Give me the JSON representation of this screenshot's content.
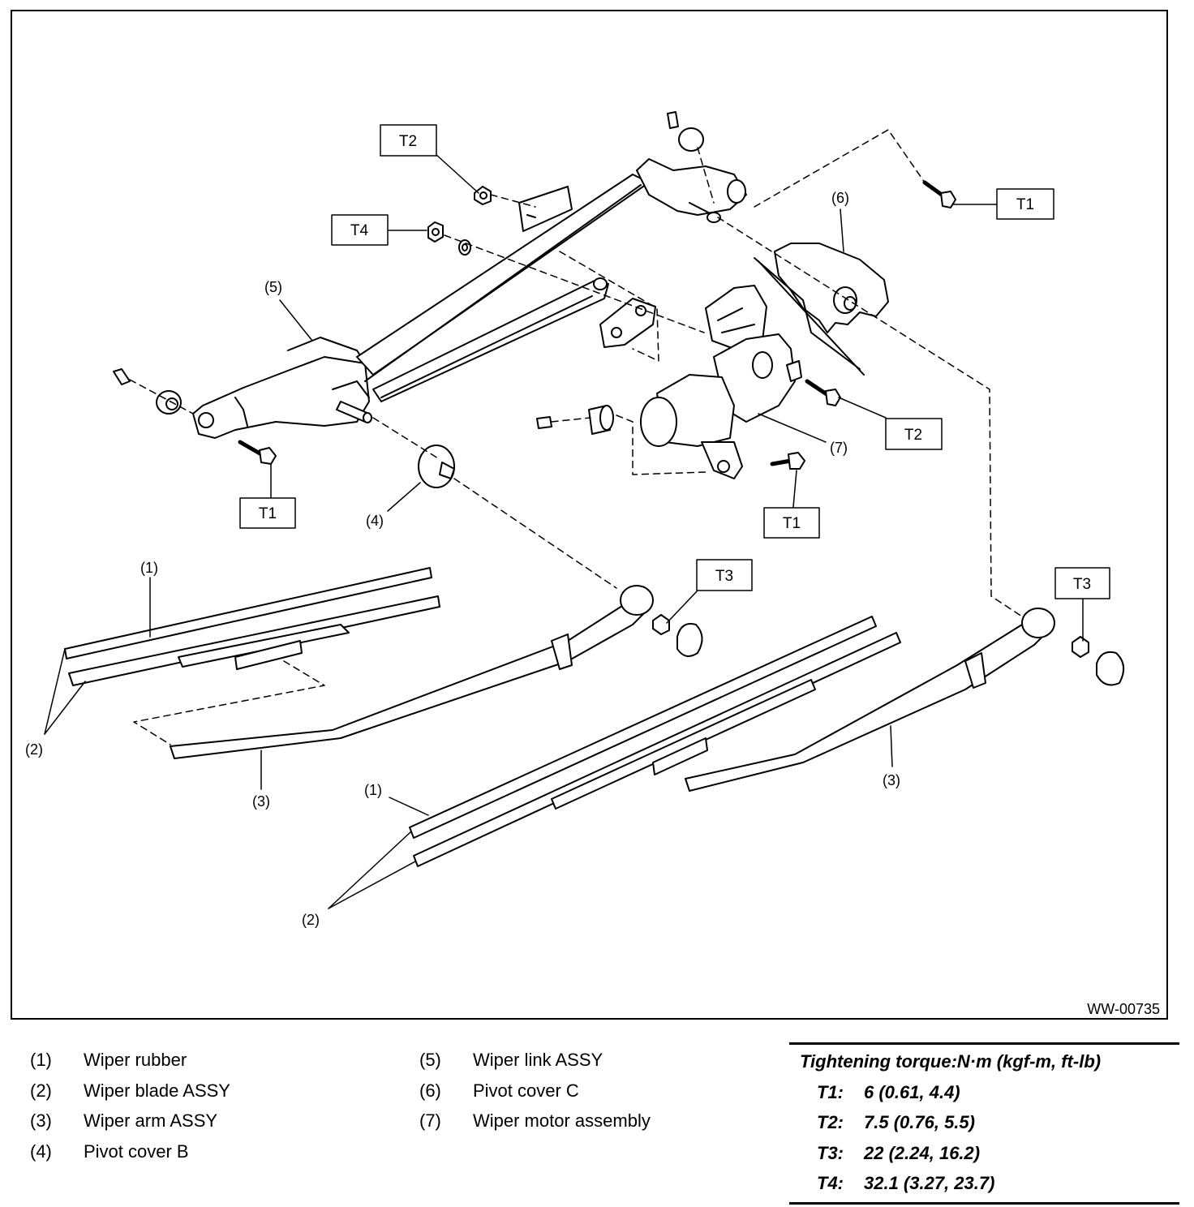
{
  "figure_id": "WW-00735",
  "callouts": {
    "c1a": "(1)",
    "c2a": "(2)",
    "c3a": "(3)",
    "c1b": "(1)",
    "c2b": "(2)",
    "c3b": "(3)",
    "c4": "(4)",
    "c5": "(5)",
    "c6": "(6)",
    "c7": "(7)"
  },
  "torque_tags": {
    "t2_top": "T2",
    "t1_right": "T1",
    "t4": "T4",
    "t1_left": "T1",
    "t2_motor": "T2",
    "t1_motor": "T1",
    "t3_left": "T3",
    "t3_right": "T3"
  },
  "legend": [
    {
      "num": "(1)",
      "label": "Wiper rubber"
    },
    {
      "num": "(2)",
      "label": "Wiper blade ASSY"
    },
    {
      "num": "(3)",
      "label": "Wiper arm ASSY"
    },
    {
      "num": "(4)",
      "label": "Pivot cover B"
    },
    {
      "num": "(5)",
      "label": "Wiper link ASSY"
    },
    {
      "num": "(6)",
      "label": "Pivot cover C"
    },
    {
      "num": "(7)",
      "label": "Wiper motor assembly"
    }
  ],
  "torque": {
    "title": "Tightening torque:N·m (kgf-m, ft-lb)",
    "rows": [
      {
        "code": "T1:",
        "value": "6 (0.61, 4.4)"
      },
      {
        "code": "T2:",
        "value": "7.5 (0.76, 5.5)"
      },
      {
        "code": "T3:",
        "value": "22 (2.24, 16.2)"
      },
      {
        "code": "T4:",
        "value": "32.1 (3.27, 23.7)"
      }
    ]
  }
}
